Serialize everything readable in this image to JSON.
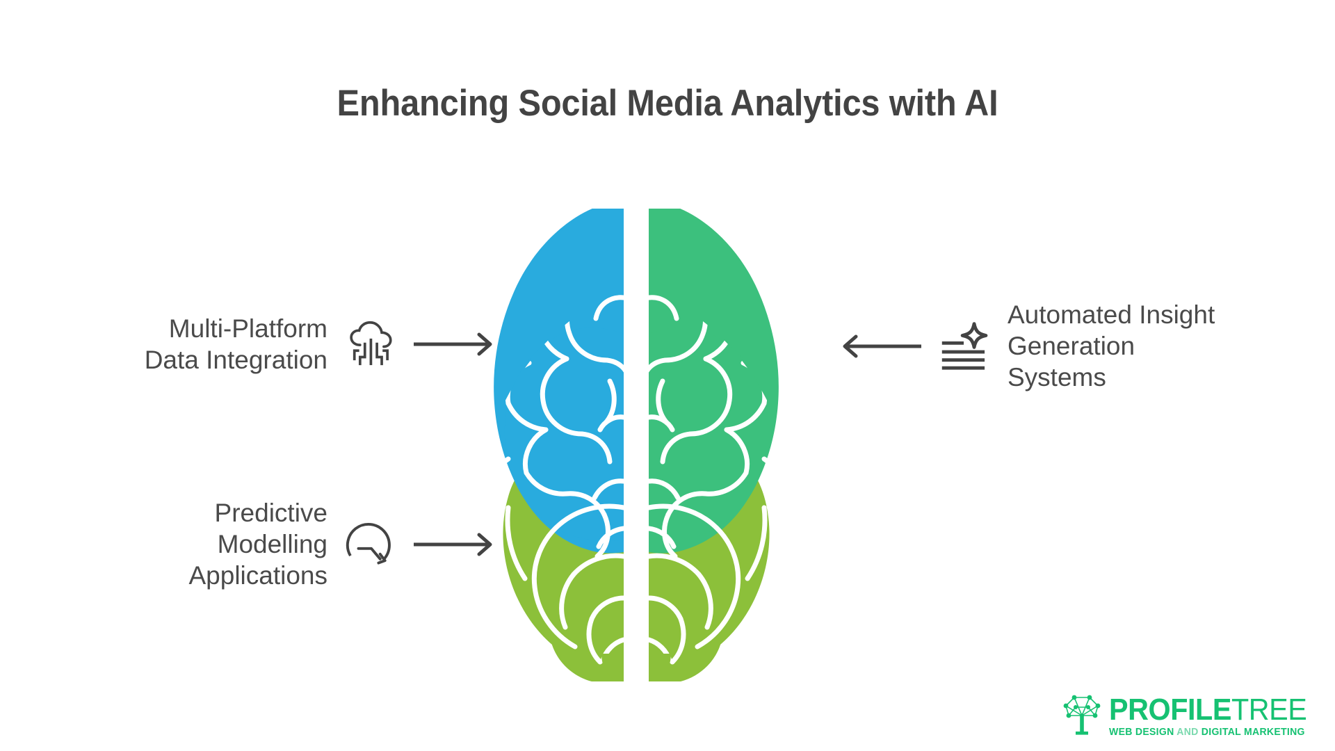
{
  "page": {
    "title": "Enhancing Social Media Analytics with AI",
    "background_color": "#ffffff",
    "text_color": "#4a4a4a"
  },
  "colors": {
    "brain_left_blue": "#29ABDE",
    "brain_right_green": "#3CC07D",
    "brain_cerebellum_olive": "#8CC03A",
    "brand_green": "#16C172",
    "brand_green_soft": "#7BD9AE",
    "icon_stroke": "#434343",
    "arrow": "#434343"
  },
  "callouts": {
    "left": [
      {
        "label": "Multi-Platform\nData Integration",
        "icon": "cloud-data-icon",
        "arrow": "arrow-right-icon",
        "direction": "right"
      },
      {
        "label": "Predictive\nModelling\nApplications",
        "icon": "gauge-forecast-icon",
        "arrow": "arrow-right-icon",
        "direction": "right"
      }
    ],
    "right": [
      {
        "label": "Automated Insight\nGeneration\nSystems",
        "icon": "ai-sparkle-lines-icon",
        "arrow": "arrow-left-icon",
        "direction": "left"
      }
    ]
  },
  "central_graphic": {
    "name": "brain-illustration",
    "description": "Top-view human brain split into two hemispheres",
    "hemispheres": [
      {
        "side": "left",
        "color": "#29ABDE"
      },
      {
        "side": "right",
        "color": "#3CC07D"
      }
    ],
    "cerebellum_color": "#8CC03A"
  },
  "logo": {
    "name": "profiletree-logo",
    "word_bold": "PROFILE",
    "word_light": "TREE",
    "tagline_part1": "WEB DESIGN ",
    "tagline_and": "AND",
    "tagline_part2": " DIGITAL MARKETING",
    "icon": "network-tree-icon"
  }
}
